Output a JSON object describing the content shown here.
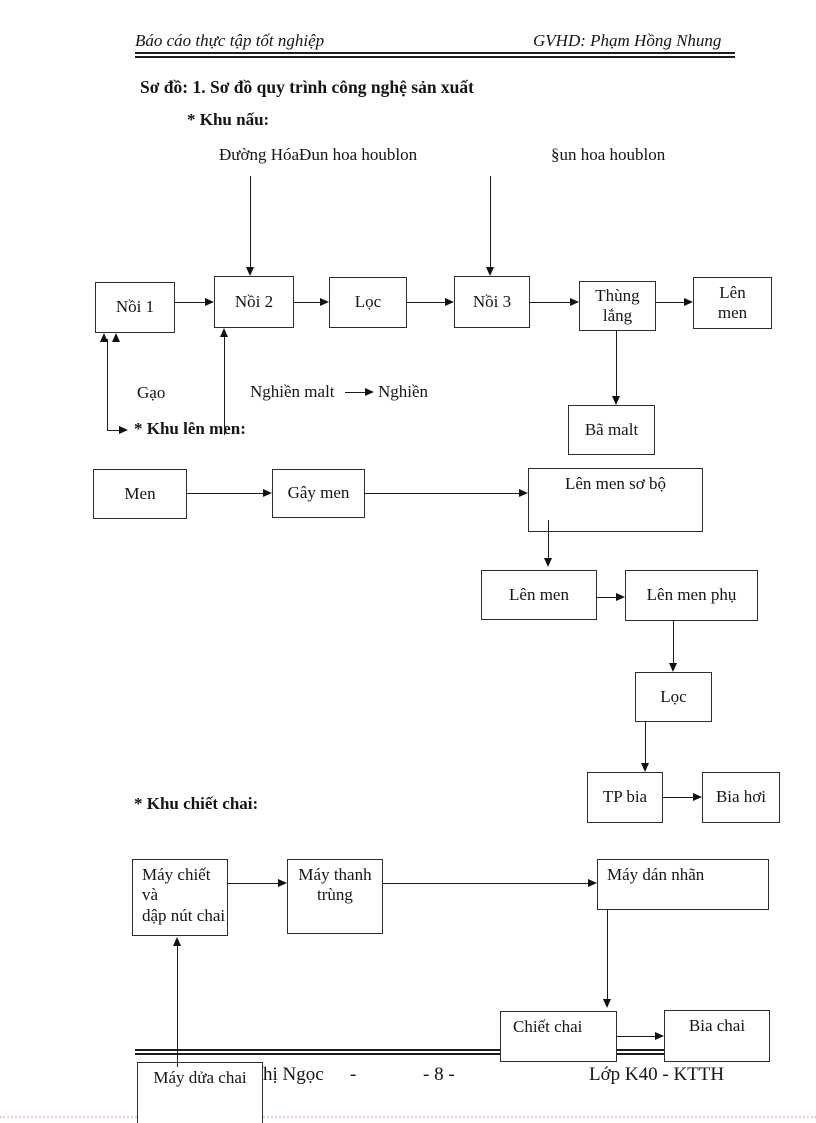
{
  "header": {
    "left": "Báo cáo thực tập tốt nghiệp",
    "right": "GVHD: Phạm Hồng Nhung"
  },
  "title": "Sơ đồ: 1. Sơ đồ quy trình công nghệ sản xuất",
  "sections": {
    "khu_nau": "* Khu nấu:",
    "khu_len_men": "* Khu lên men:",
    "khu_chiet_chai": "* Khu chiết chai:"
  },
  "annotations": {
    "duong_hoa": "Đường HóaĐun hoa houblon",
    "sun_hoa": "§un hoa houblon",
    "gao": "Gạo",
    "nghien_malt": "Nghiền malt",
    "nghien": "Nghiền"
  },
  "boxes": {
    "noi1": "Nồi 1",
    "noi2": "Nồi 2",
    "loc1": "Lọc",
    "noi3": "Nồi 3",
    "thung_lang": "Thùng\nlắng",
    "len_men_top": "Lên\nmen",
    "ba_malt": "Bã malt",
    "men": "Men",
    "gay_men": "Gây men",
    "len_men_so_bo": "Lên men sơ bộ",
    "len_men": "Lên men",
    "len_men_phu": "Lên men phụ",
    "loc2": "Lọc",
    "tp_bia": "TP bia",
    "bia_hoi": "Bia hơi",
    "may_chiet": "Máy chiết và\ndập nút chai",
    "may_thanh_trung": "Máy thanh\ntrùng",
    "may_dan_nhan": "Máy dán nhãn",
    "chiet_chai": "Chiết chai",
    "bia_chai": "Bia chai",
    "may_dua_chai": "Máy dửa chai"
  },
  "footer": {
    "name_fragment": "hị Ngọc",
    "dash": "-",
    "page_number": "- 8 -",
    "class_label": "Lớp K40 - KTTH"
  }
}
